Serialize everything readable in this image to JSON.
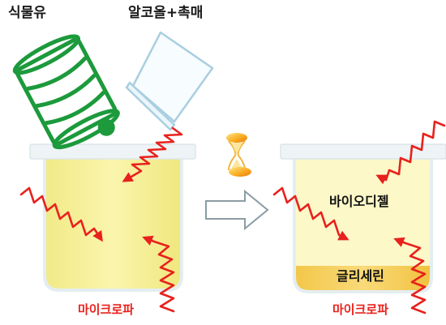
{
  "labels": {
    "vegetable_oil": "식물유",
    "alcohol_catalyst": "알코올+촉매",
    "microwave_left": "마이크로파",
    "microwave_right": "마이크로파",
    "biodiesel": "바이오디젤",
    "glycerin": "글리세린"
  },
  "colors": {
    "oil_can": "#1c9a3c",
    "alcohol_cup": "#a9cfe0",
    "microwave": "#e8211d",
    "beaker_rim": "#eaf2f3",
    "mixture": "#f7f09b",
    "biodiesel_layer": "#fdf8c6",
    "glycerin_layer": "#f6cf5c",
    "arrow_outline": "#8a9da3"
  },
  "icons": [
    "oil-can-icon",
    "alcohol-cup-icon",
    "hourglass-icon",
    "arrow-right-icon",
    "microwave-wave-icon"
  ]
}
